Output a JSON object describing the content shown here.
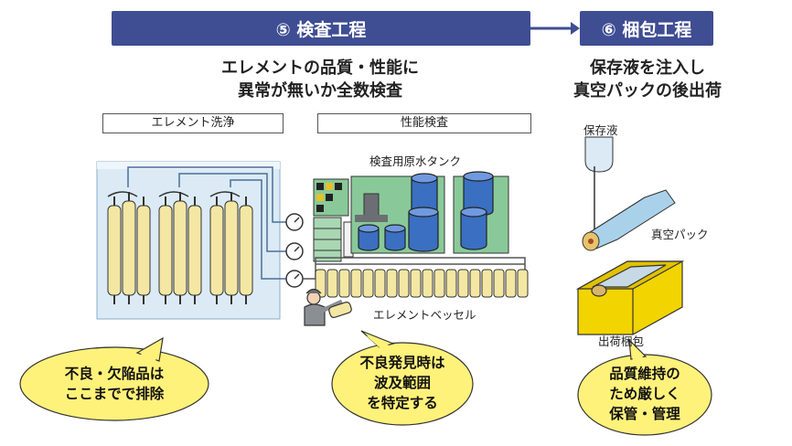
{
  "steps": {
    "inspection": {
      "title": "⑤ 検査工程"
    },
    "packing": {
      "title": "⑥ 梱包工程"
    }
  },
  "headings": {
    "inspection_line1": "エレメントの品質・性能に",
    "inspection_line2": "異常が無いか全数検査",
    "packing_line1": "保存液を注入し",
    "packing_line2": "真空パックの後出荷"
  },
  "sections": {
    "washing": "エレメント洗浄",
    "performance": "性能検査"
  },
  "labels": {
    "tank": "検査用原水タンク",
    "vessel": "エレメントベッセル",
    "preservative": "保存液",
    "vacuum_pack": "真空パック",
    "shipping_box": "出荷梱包"
  },
  "bubbles": {
    "defect_line1": "不良・欠陥品は",
    "defect_line2": "ここまでで排除",
    "found_line1": "不良発見時は",
    "found_line2": "波及範囲",
    "found_line3": "を特定する",
    "quality_line1": "品質維持の",
    "quality_line2": "ため厳しく",
    "quality_line3": "保管・管理"
  },
  "colors": {
    "step_bar": "#3f4d93",
    "tank": "#3a6fc1",
    "element": "#f3e7a3",
    "bubble": "#fff27a",
    "box": "#f2d400",
    "water": "#dbeaf5"
  }
}
